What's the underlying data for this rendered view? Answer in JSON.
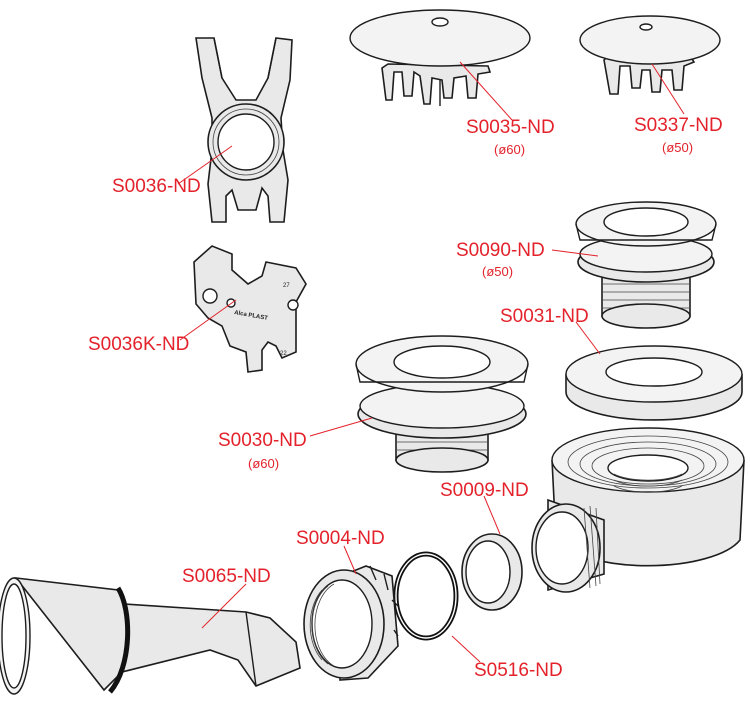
{
  "parts": [
    {
      "code": "S0036-ND"
    },
    {
      "code": "S0036K-ND"
    },
    {
      "code": "S0035-ND",
      "size": "(ø60)"
    },
    {
      "code": "S0337-ND",
      "size": "(ø50)"
    },
    {
      "code": "S0090-ND",
      "size": "(ø50)"
    },
    {
      "code": "S0031-ND"
    },
    {
      "code": "S0030-ND",
      "size": "(ø60)"
    },
    {
      "code": "S0009-ND"
    },
    {
      "code": "S0004-ND"
    },
    {
      "code": "S0065-ND"
    },
    {
      "code": "S0516-ND"
    }
  ],
  "wrench_brand": "Alca PLAST",
  "wrench_marks": [
    "27",
    "22"
  ],
  "colors": {
    "label": "#e3222b",
    "outline": "#1d1d1d"
  }
}
